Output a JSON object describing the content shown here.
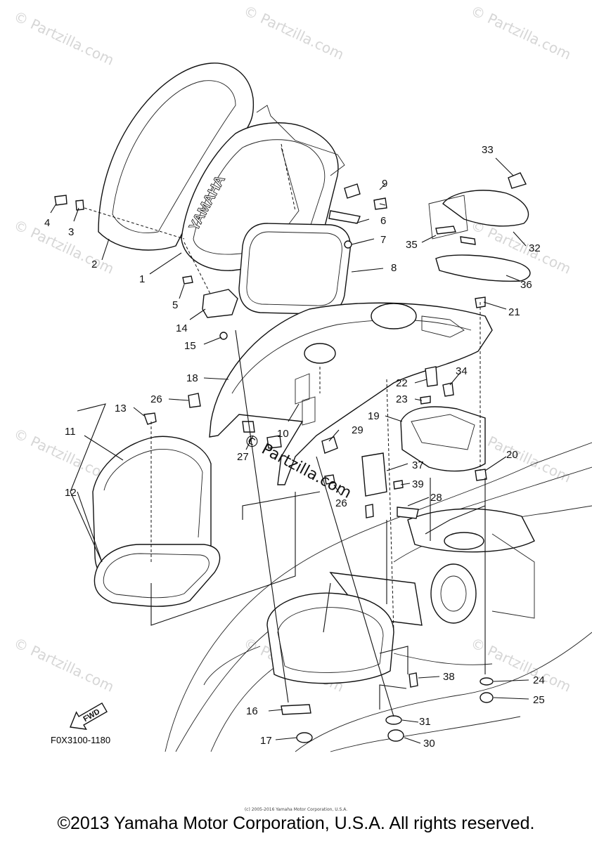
{
  "diagram": {
    "figure_code": "F0X3100-1180",
    "copyright": "©2013 Yamaha Motor Corporation, U.S.A. All rights reserved.",
    "small_copyright": "(c) 2005-2016 Yamaha Motor Corporation, U.S.A.",
    "watermark": "© Partzilla.com",
    "center_watermark": "© Partzilla.com",
    "brand_text": "YAMAHA",
    "fwd_label": "FWD",
    "callouts": [
      "1",
      "2",
      "3",
      "4",
      "5",
      "6",
      "7",
      "8",
      "9",
      "10",
      "11",
      "12",
      "13",
      "14",
      "15",
      "16",
      "17",
      "18",
      "19",
      "20",
      "21",
      "22",
      "23",
      "24",
      "25",
      "26",
      "26",
      "27",
      "28",
      "29",
      "30",
      "31",
      "32",
      "33",
      "34",
      "35",
      "36",
      "37",
      "38",
      "39"
    ]
  }
}
